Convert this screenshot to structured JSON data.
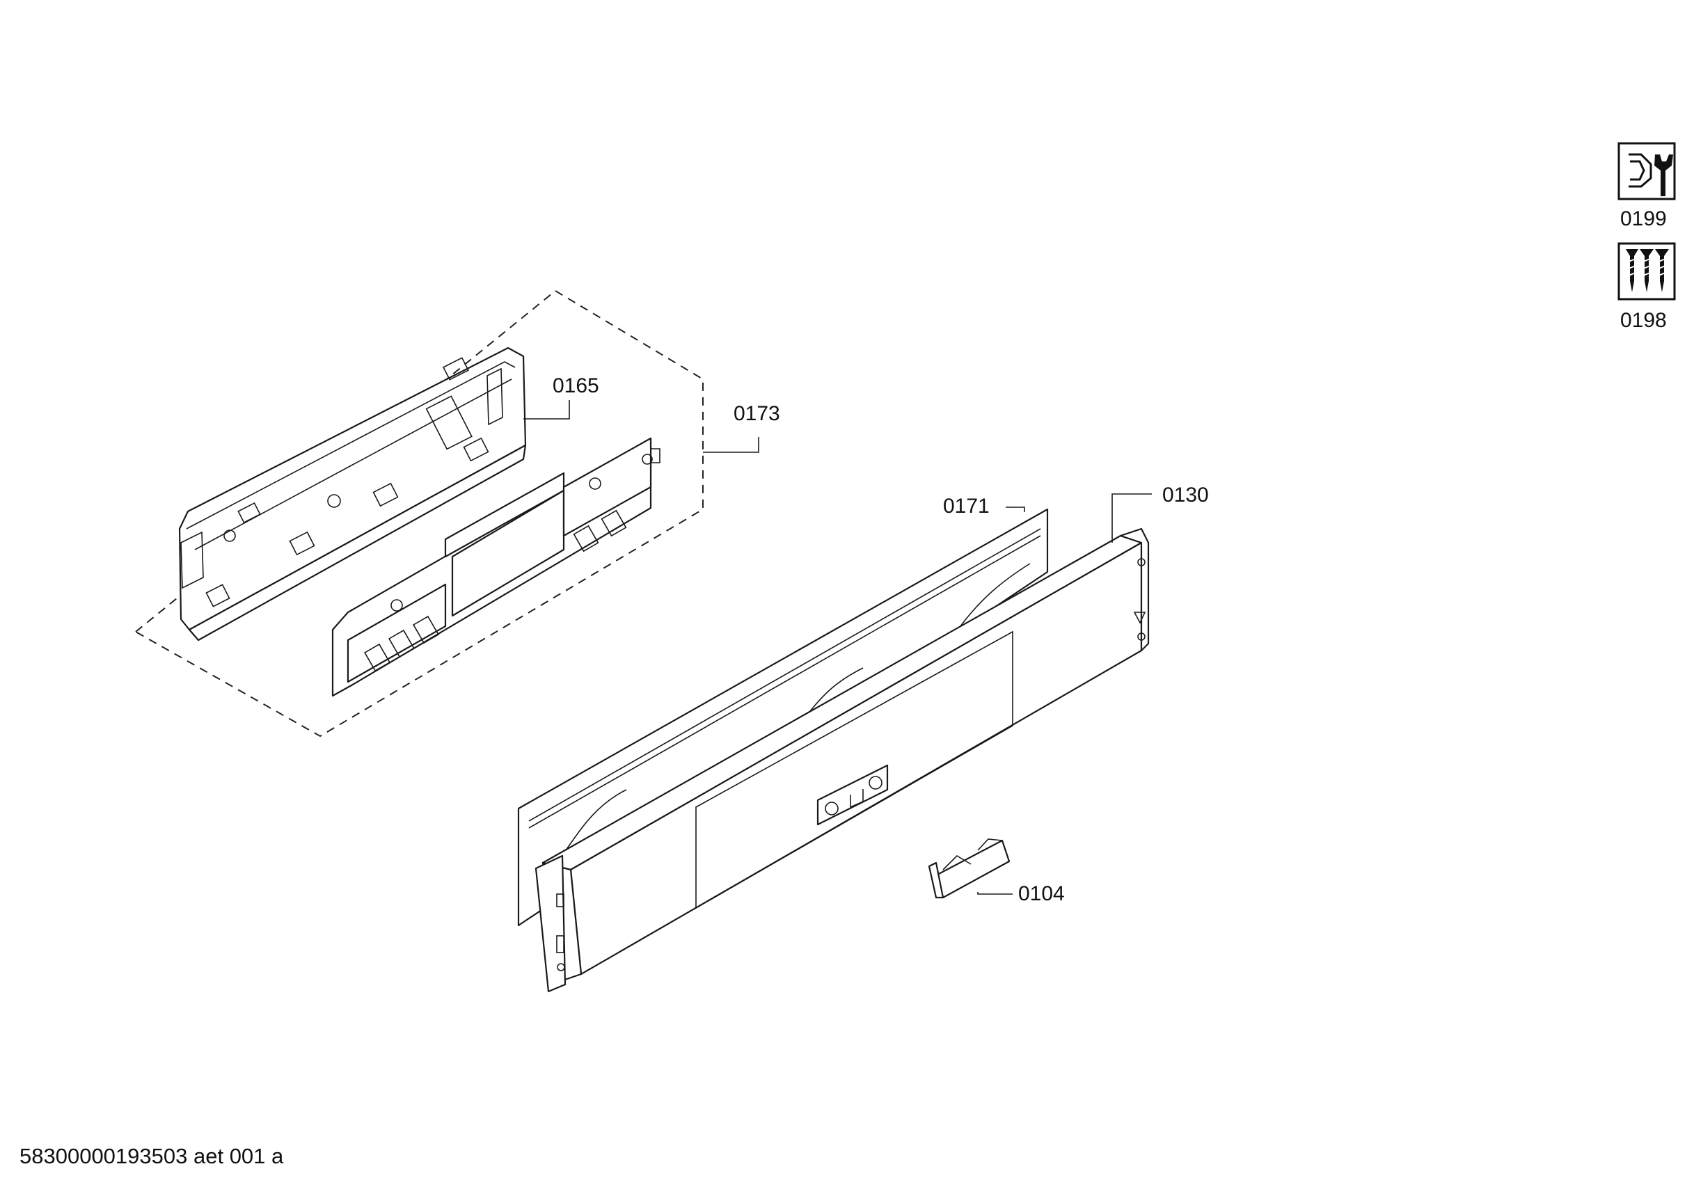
{
  "callouts": {
    "p0165": "0165",
    "p0173": "0173",
    "p0171": "0171",
    "p0130": "0130",
    "p0104": "0104"
  },
  "icons": [
    {
      "name": "service-tools-icon",
      "label": "0199"
    },
    {
      "name": "screws-icon",
      "label": "0198"
    }
  ],
  "footer": "58300000193503 aet 001 a"
}
